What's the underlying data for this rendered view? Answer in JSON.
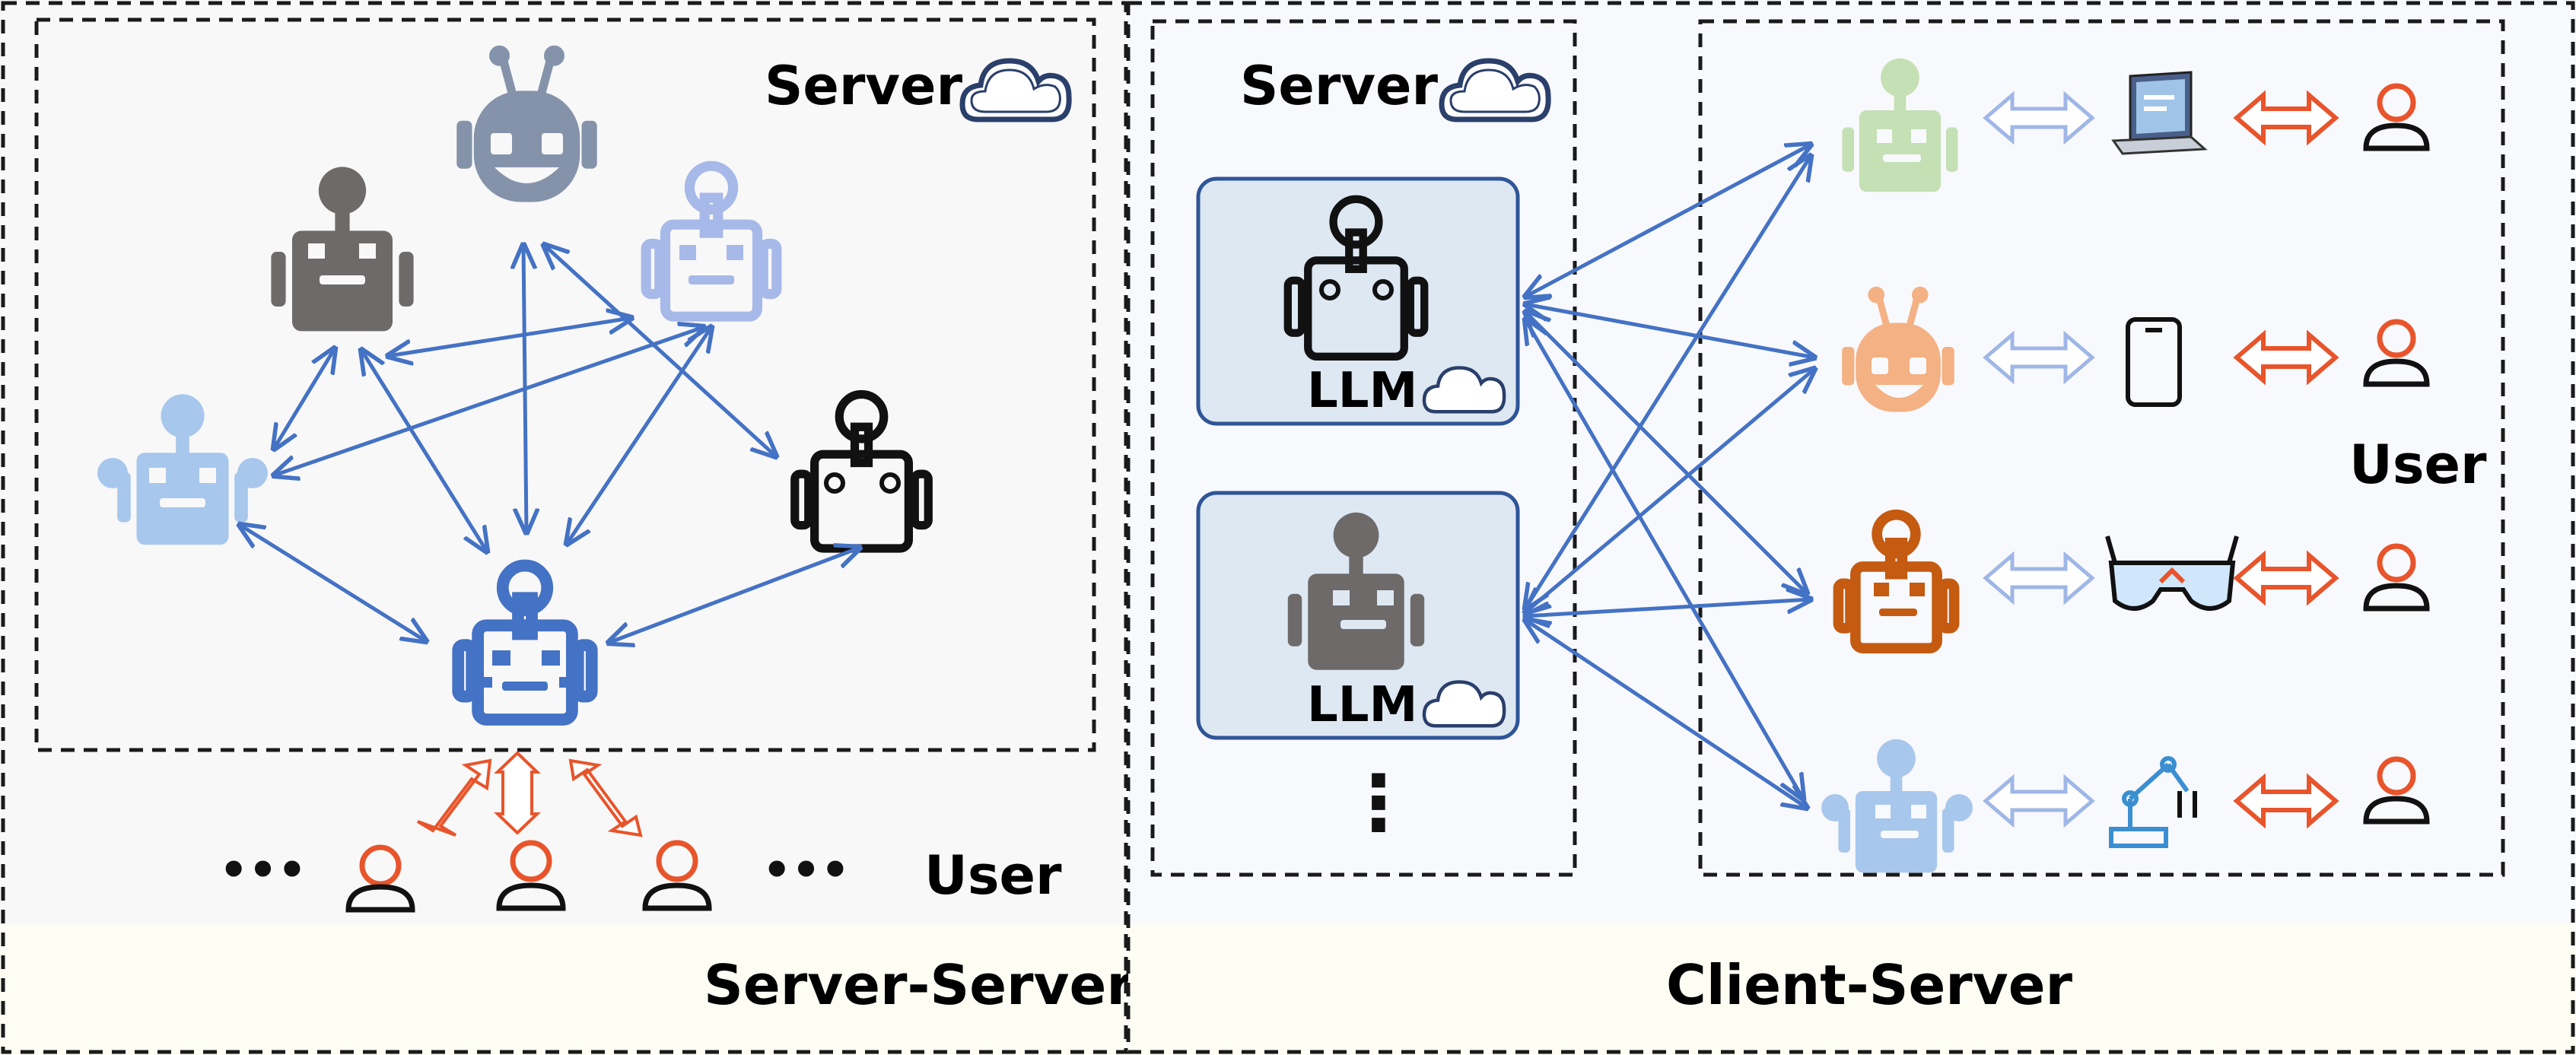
{
  "left_panel": {
    "server_label": "Server",
    "user_label": "User",
    "caption": "Server-Server",
    "ellipsis": "•••"
  },
  "right_panel": {
    "server_label": "Server",
    "llm_label": "LLM",
    "user_label": "User",
    "caption": "Client-Server",
    "ellipsis_vertical": "⋮"
  },
  "colors": {
    "blue_arrow": "#4472c4",
    "orange": "#e8542b",
    "light_blue_arrow": "#9fb7e6",
    "gray_robot": "#6e6a6a",
    "slate_robot": "#8593aa",
    "light_robot": "#a7b9e8",
    "pale_blue_robot": "#a8c7ec",
    "blue_robot": "#4472c4",
    "green_robot": "#c5e0b4",
    "peach_robot": "#f4b183",
    "rust_robot": "#c55a11",
    "llm_box_fill": "#dde8f3",
    "llm_box_stroke": "#2f5597",
    "panel_bg": "#f8f8f8",
    "footer_bg": "#fdfdf4"
  },
  "icons": [
    "robot-icon",
    "cloud-icon",
    "user-icon",
    "laptop-icon",
    "phone-icon",
    "vr-glasses-icon",
    "robot-arm-icon"
  ]
}
